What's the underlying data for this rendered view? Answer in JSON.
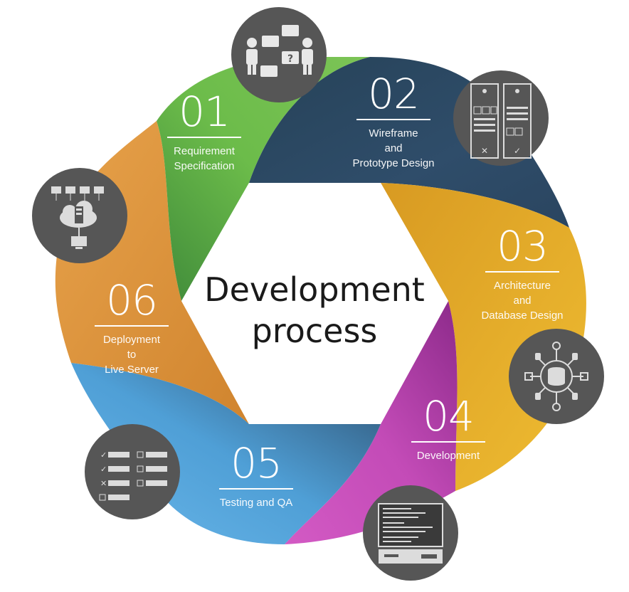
{
  "diagram": {
    "title_line1": "Development",
    "title_line2": "process",
    "steps": [
      {
        "number": "01",
        "caption_line1": "Requirement",
        "caption_line2": "Specification",
        "caption_line3": "",
        "color": "#6dbd4a",
        "icon": "people-chat-icon"
      },
      {
        "number": "02",
        "caption_line1": "Wireframe",
        "caption_line2": "and",
        "caption_line3": "Prototype Design",
        "color": "#2c4866",
        "icon": "wireframe-icon"
      },
      {
        "number": "03",
        "caption_line1": "Architecture",
        "caption_line2": "and",
        "caption_line3": "Database Design",
        "color": "#e9b32c",
        "icon": "database-icon"
      },
      {
        "number": "04",
        "caption_line1": "Development",
        "caption_line2": "",
        "caption_line3": "",
        "color": "#c348b5",
        "icon": "code-monitor-icon"
      },
      {
        "number": "05",
        "caption_line1": "Testing and QA",
        "caption_line2": "",
        "caption_line3": "",
        "color": "#5faee3",
        "icon": "checklist-icon"
      },
      {
        "number": "06",
        "caption_line1": "Deployment",
        "caption_line2": "to",
        "caption_line3": "Live Server",
        "color": "#e39b3f",
        "icon": "cloud-network-icon"
      }
    ]
  }
}
